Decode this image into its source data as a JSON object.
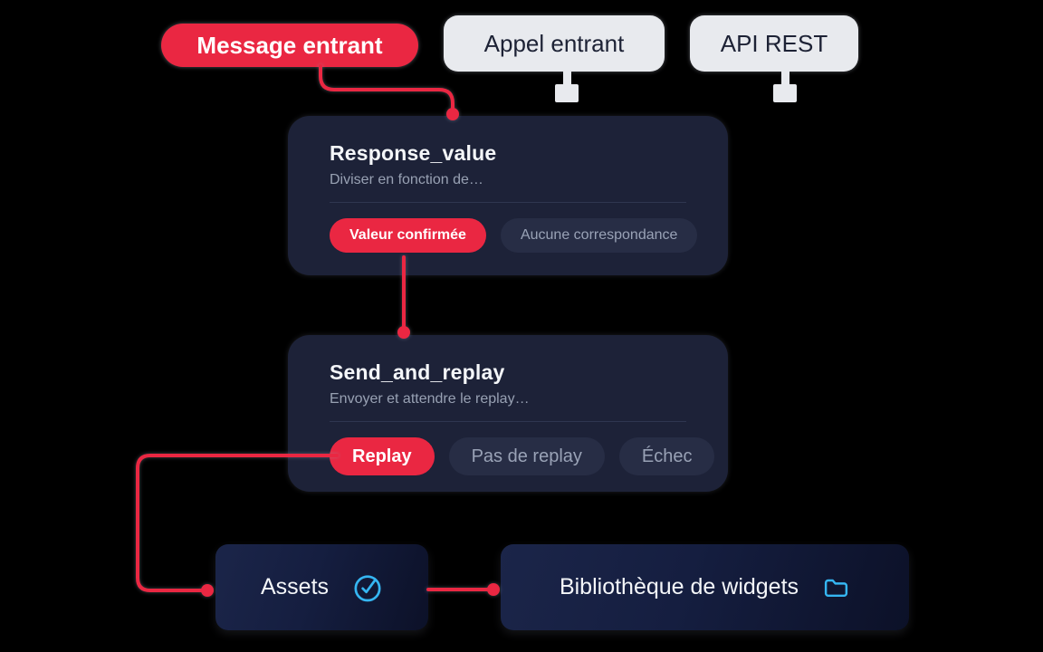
{
  "colors": {
    "background": "#000000",
    "accent_red": "#ea2742",
    "accent_cyan": "#35b6f2",
    "node_background": "#1d2238",
    "inactive_pill_background": "#272d45",
    "inactive_pill_text": "#99a2b6",
    "muted_text": "#98a1b3",
    "trigger_pill_background": "#e8eaee",
    "trigger_pill_text": "#1d2235"
  },
  "triggers": [
    {
      "label": "Message entrant",
      "active": true
    },
    {
      "label": "Appel entrant",
      "active": false
    },
    {
      "label": "API REST",
      "active": false
    }
  ],
  "nodes": [
    {
      "title": "Response_value",
      "subtitle": "Diviser en fonction de…",
      "branches": [
        {
          "label": "Valeur confirmée",
          "active": true
        },
        {
          "label": "Aucune correspondance",
          "active": false
        }
      ]
    },
    {
      "title": "Send_and_replay",
      "subtitle": "Envoyer et attendre le replay…",
      "branches": [
        {
          "label": "Replay",
          "active": true
        },
        {
          "label": "Pas de replay",
          "active": false
        },
        {
          "label": "Échec",
          "active": false
        }
      ]
    }
  ],
  "resources": [
    {
      "label": "Assets",
      "icon": "check-circle-icon"
    },
    {
      "label": "Bibliothèque de widgets",
      "icon": "folder-icon"
    }
  ]
}
